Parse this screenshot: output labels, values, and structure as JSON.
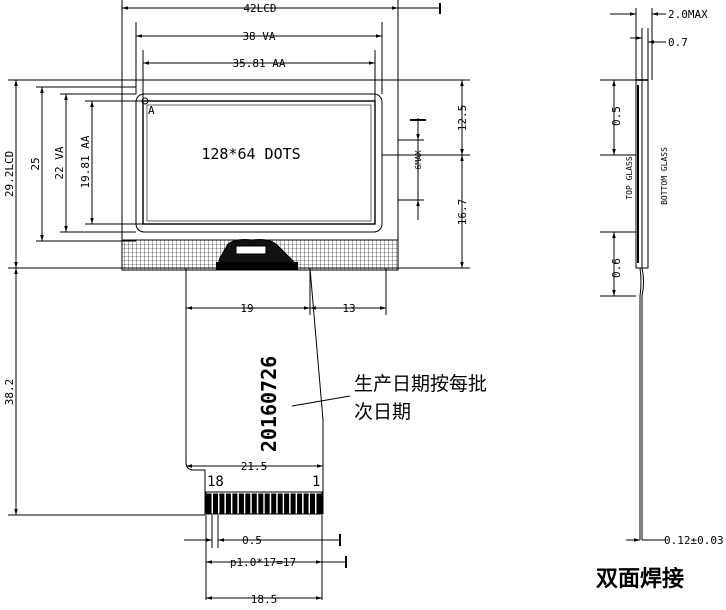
{
  "drawing": {
    "dimensions": {
      "lcd_width": "42LCD",
      "va_width": "38 VA",
      "aa_width": "35.81 AA",
      "lcd_height": "29.2LCD",
      "va_height": "25",
      "va_height_2": "22 VA",
      "aa_height": "19.81 AA",
      "top_offset": "12.5",
      "bottom_offset": "16.7",
      "thickness_max_side": "6MAX",
      "fpc_left": "19",
      "fpc_right": "13",
      "fpc_length": "38.2",
      "fpc_width": "21.5",
      "pin_width": "0.5",
      "pitch": "p1.0*17=17",
      "finger_width": "18.5",
      "glass_max": "2.0MAX",
      "glass_thin": "0.7",
      "side_top": "0.5",
      "side_bottom": "0.6",
      "fpc_thickness": "0.12±0.03"
    },
    "labels": {
      "corner_marker": "A",
      "resolution": "128*64 DOTS",
      "date_code": "20160726",
      "date_note_line1": "生产日期按每批",
      "date_note_line2": "次日期",
      "pin_first": "18",
      "pin_last": "1",
      "top_glass": "TOP GLASS",
      "bottom_glass": "BOTTOM GLASS",
      "double_side_weld": "双面焊接"
    }
  }
}
